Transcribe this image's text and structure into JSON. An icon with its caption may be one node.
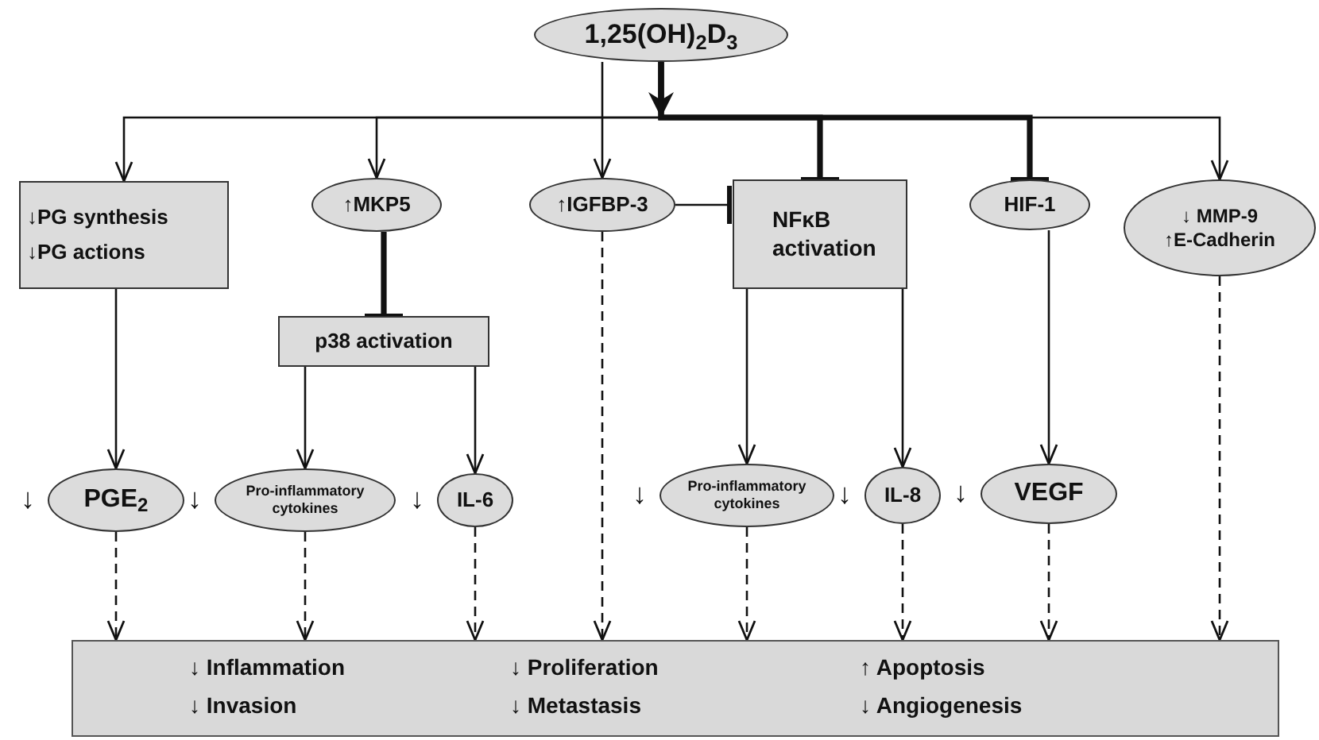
{
  "diagram": {
    "nodes": [
      {
        "text": [
          "1,25(OH)$_{2}$D$_{3}$"
        ]
      },
      {
        "text": [
          "↓PG synthesis",
          "↓PG actions"
        ]
      },
      {
        "text": [
          "↑MKP5"
        ]
      },
      {
        "text": [
          "p38 activation"
        ]
      },
      {
        "text": [
          "↑IGFBP-3"
        ]
      },
      {
        "text": [
          "NFκB activation"
        ]
      },
      {
        "text": [
          "HIF-1"
        ]
      },
      {
        "text": [
          "↓ MMP-9",
          "↑E-Cadherin"
        ]
      },
      {
        "text": [
          "PGE$_{2}$"
        ],
        "beside": [
          "↓"
        ]
      },
      {
        "text": [
          "Pro-inflammatory cytokines"
        ],
        "beside": [
          "↓"
        ]
      },
      {
        "text": [
          "IL-6"
        ],
        "beside": [
          "↓"
        ]
      },
      {
        "text": [
          "Pro-inflammatory cytokines"
        ],
        "beside": [
          "↓"
        ]
      },
      {
        "text": [
          "IL-8"
        ],
        "beside": [
          "↓"
        ]
      },
      {
        "text": [
          "VEGF"
        ],
        "beside": [
          "↓"
        ]
      },
      {
        "text": [
          "↓ Inflammation",
          "↓ Proliferation",
          "↑ Apoptosis",
          "↓ Invasion",
          "↓ Metastasis",
          "↓ Angiogenesis"
        ]
      }
    ],
    "edges": [
      {
        "from": 0,
        "to": 1,
        "arrow": "to"
      },
      {
        "from": 0,
        "to": 2,
        "arrow": "to"
      },
      {
        "from": 0,
        "to": 4,
        "arrow": "to"
      },
      {
        "from": 0,
        "to": 5,
        "arrow": "other",
        "style": "thick"
      },
      {
        "from": 0,
        "to": 6,
        "arrow": "other",
        "style": "thick"
      },
      {
        "from": 0,
        "to": 7,
        "arrow": "to"
      },
      {
        "from": 2,
        "to": 3,
        "arrow": "other",
        "style": "thick"
      },
      {
        "from": 4,
        "to": 5,
        "arrow": "other"
      },
      {
        "from": 1,
        "to": 8,
        "arrow": "to"
      },
      {
        "from": 3,
        "to": 9,
        "arrow": "to"
      },
      {
        "from": 3,
        "to": 10,
        "arrow": "to"
      },
      {
        "from": 5,
        "to": 11,
        "arrow": "to"
      },
      {
        "from": 5,
        "to": 12,
        "arrow": "to"
      },
      {
        "from": 6,
        "to": 13,
        "arrow": "to"
      },
      {
        "from": 8,
        "to": 14,
        "arrow": "to",
        "style": "dashed"
      },
      {
        "from": 9,
        "to": 14,
        "arrow": "to",
        "style": "dashed"
      },
      {
        "from": 10,
        "to": 14,
        "arrow": "to",
        "style": "dashed"
      },
      {
        "from": 4,
        "to": 14,
        "arrow": "to",
        "style": "dashed"
      },
      {
        "from": 11,
        "to": 14,
        "arrow": "to",
        "style": "dashed"
      },
      {
        "from": 12,
        "to": 14,
        "arrow": "to",
        "style": "dashed"
      },
      {
        "from": 13,
        "to": 14,
        "arrow": "to",
        "style": "dashed"
      },
      {
        "from": 7,
        "to": 14,
        "arrow": "to",
        "style": "dashed"
      }
    ]
  }
}
